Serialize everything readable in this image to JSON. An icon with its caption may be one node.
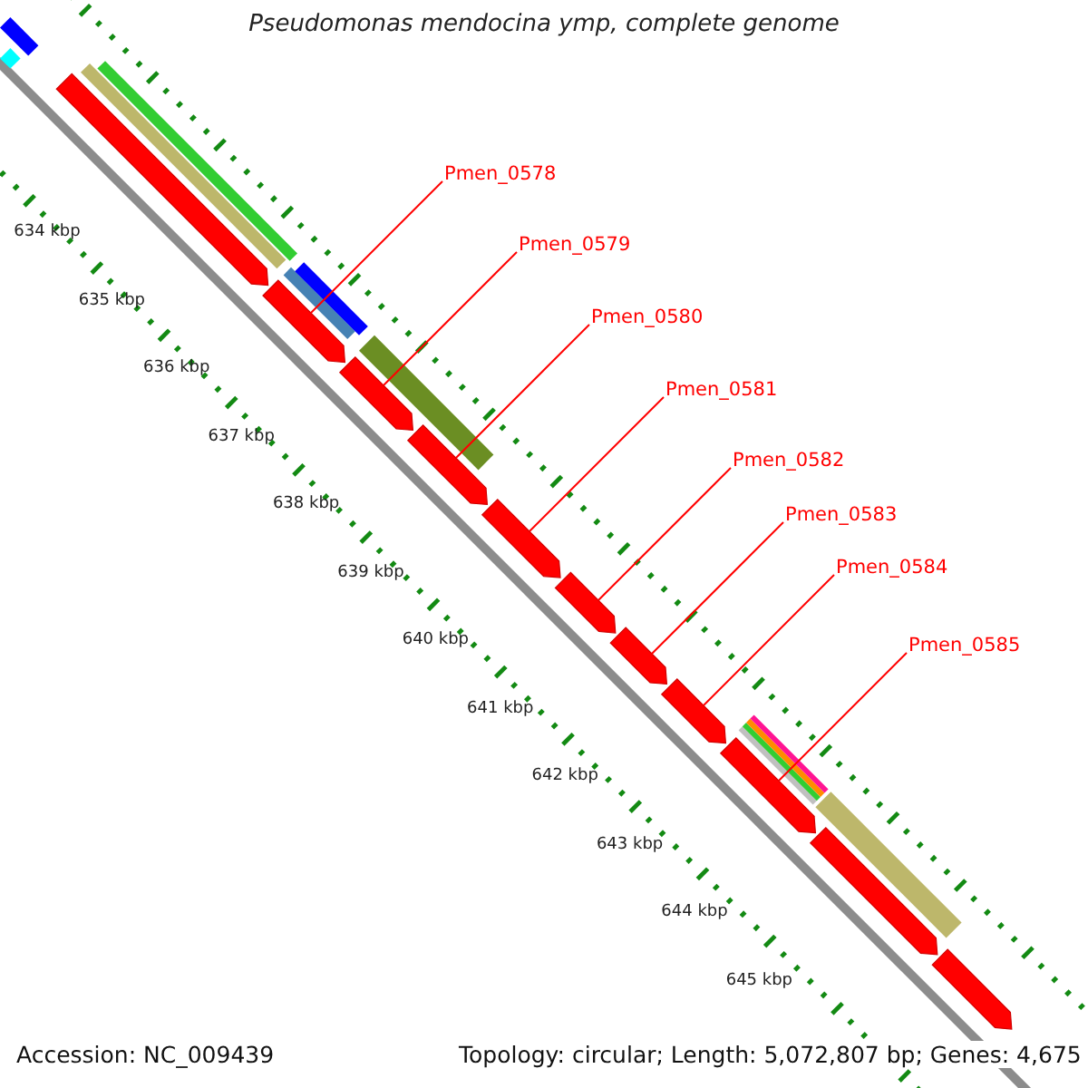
{
  "diagram": {
    "title": "Pseudomonas mendocina ymp, complete genome",
    "nodes": [
      {
        "text": [
          "Pmen_0578"
        ]
      },
      {
        "text": [
          "Pmen_0579"
        ]
      },
      {
        "text": [
          "Pmen_0580"
        ]
      },
      {
        "text": [
          "Pmen_0581"
        ]
      },
      {
        "text": [
          "Pmen_0582"
        ]
      },
      {
        "text": [
          "Pmen_0583"
        ]
      },
      {
        "text": [
          "Pmen_0584"
        ]
      },
      {
        "text": [
          "Pmen_0585"
        ]
      },
      {
        "text": [],
        "shape": "bar"
      },
      {
        "text": [],
        "shape": "bar"
      },
      {
        "text": [],
        "shape": "bar"
      },
      {
        "text": [],
        "shape": "bar"
      },
      {
        "text": [],
        "shape": "bar"
      },
      {
        "text": [],
        "shape": "bar"
      },
      {
        "text": [],
        "shape": "bar"
      },
      {
        "text": [],
        "shape": "bar"
      },
      {
        "text": [],
        "shape": "bar"
      },
      {
        "text": [],
        "shape": "bar"
      },
      {
        "text": [],
        "shape": "bar"
      },
      {
        "text": [],
        "shape": "bar"
      },
      {
        "text": [],
        "shape": "bar"
      },
      {
        "text": [],
        "shape": "bar"
      },
      {
        "text": [],
        "shape": "bar"
      },
      {
        "text": [],
        "shape": "bar"
      },
      {
        "text": [],
        "shape": "bar"
      },
      {
        "text": [],
        "shape": "bar"
      },
      {
        "text": [],
        "shape": "bar"
      },
      {
        "text": [],
        "shape": "bar"
      },
      {
        "text": [],
        "shape": "bar"
      },
      {
        "text": [],
        "shape": "bar"
      },
      {
        "text": [],
        "shape": "bar"
      }
    ],
    "edges": [
      {
        "from": 0,
        "to": 9,
        "arrow": "none"
      },
      {
        "from": 1,
        "to": 10,
        "arrow": "none"
      },
      {
        "from": 2,
        "to": 11,
        "arrow": "none"
      },
      {
        "from": 3,
        "to": 12,
        "arrow": "none"
      },
      {
        "from": 4,
        "to": 13,
        "arrow": "none"
      },
      {
        "from": 5,
        "to": 14,
        "arrow": "none"
      },
      {
        "from": 6,
        "to": 15,
        "arrow": "none"
      },
      {
        "from": 7,
        "to": 16,
        "arrow": "none"
      }
    ],
    "labels": [
      "634 kbp",
      "635 kbp",
      "636 kbp",
      "637 kbp",
      "638 kbp",
      "639 kbp",
      "640 kbp",
      "641 kbp",
      "642 kbp",
      "643 kbp",
      "644 kbp",
      "645 kbp",
      "Accession: NC_009439",
      "Topology: circular; Length: 5,072,807 bp; Genes: 4,675"
    ]
  }
}
